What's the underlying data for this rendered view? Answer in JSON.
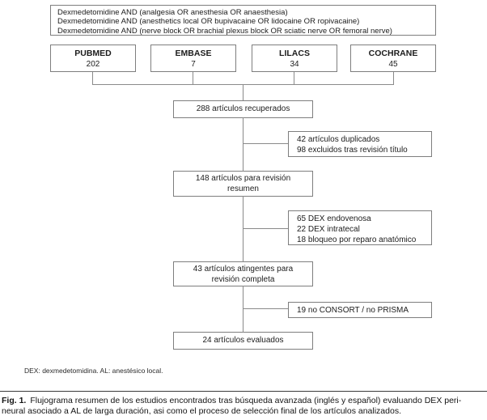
{
  "search_box": {
    "queries": [
      "Dexmedetomidine AND (analgesia OR anesthesia OR anaesthesia)",
      "Dexmedetomidine AND (anesthetics local OR bupivacaine OR lidocaine OR ropivacaine)",
      "Dexmedetomidine AND (nerve block OR brachial plexus block OR sciatic nerve OR femoral nerve)"
    ]
  },
  "databases": [
    {
      "name": "PUBMED",
      "count": "202"
    },
    {
      "name": "EMBASE",
      "count": "7"
    },
    {
      "name": "LILACS",
      "count": "34"
    },
    {
      "name": "COCHRANE",
      "count": "45"
    }
  ],
  "flow": {
    "retrieved": "288 artículos recuperados",
    "title_review_line1": "148 artículos para revisión",
    "title_review_line2": "resumen",
    "full_review_line1": "43 artículos atingentes para",
    "full_review_line2": "revisión completa",
    "evaluated": "24 artículos evaluados"
  },
  "exclusions": {
    "after_title": [
      "42 artículos duplicados",
      "98 excluidos tras revisión título"
    ],
    "after_abstract": [
      "65 DEX endovenosa",
      "22 DEX intratecal",
      "18 bloqueo por reparo anatómico"
    ],
    "after_full": [
      "19 no CONSORT / no PRISMA"
    ]
  },
  "footnote": "DEX: dexmedetomidina. AL: anestésico local.",
  "caption": {
    "fig_label": "Fig. 1.",
    "line1": "Flujograma resumen de los estudios encontrados tras búsqueda avanzada (inglés y español) evaluando DEX peri-",
    "line2": "neural asociado a AL de larga duración, asi como el proceso de selección final de los artículos analizados."
  },
  "colors": {
    "box_border": "#7e7e7e",
    "connector": "#8a8a8a",
    "text": "#1c1c1c"
  }
}
